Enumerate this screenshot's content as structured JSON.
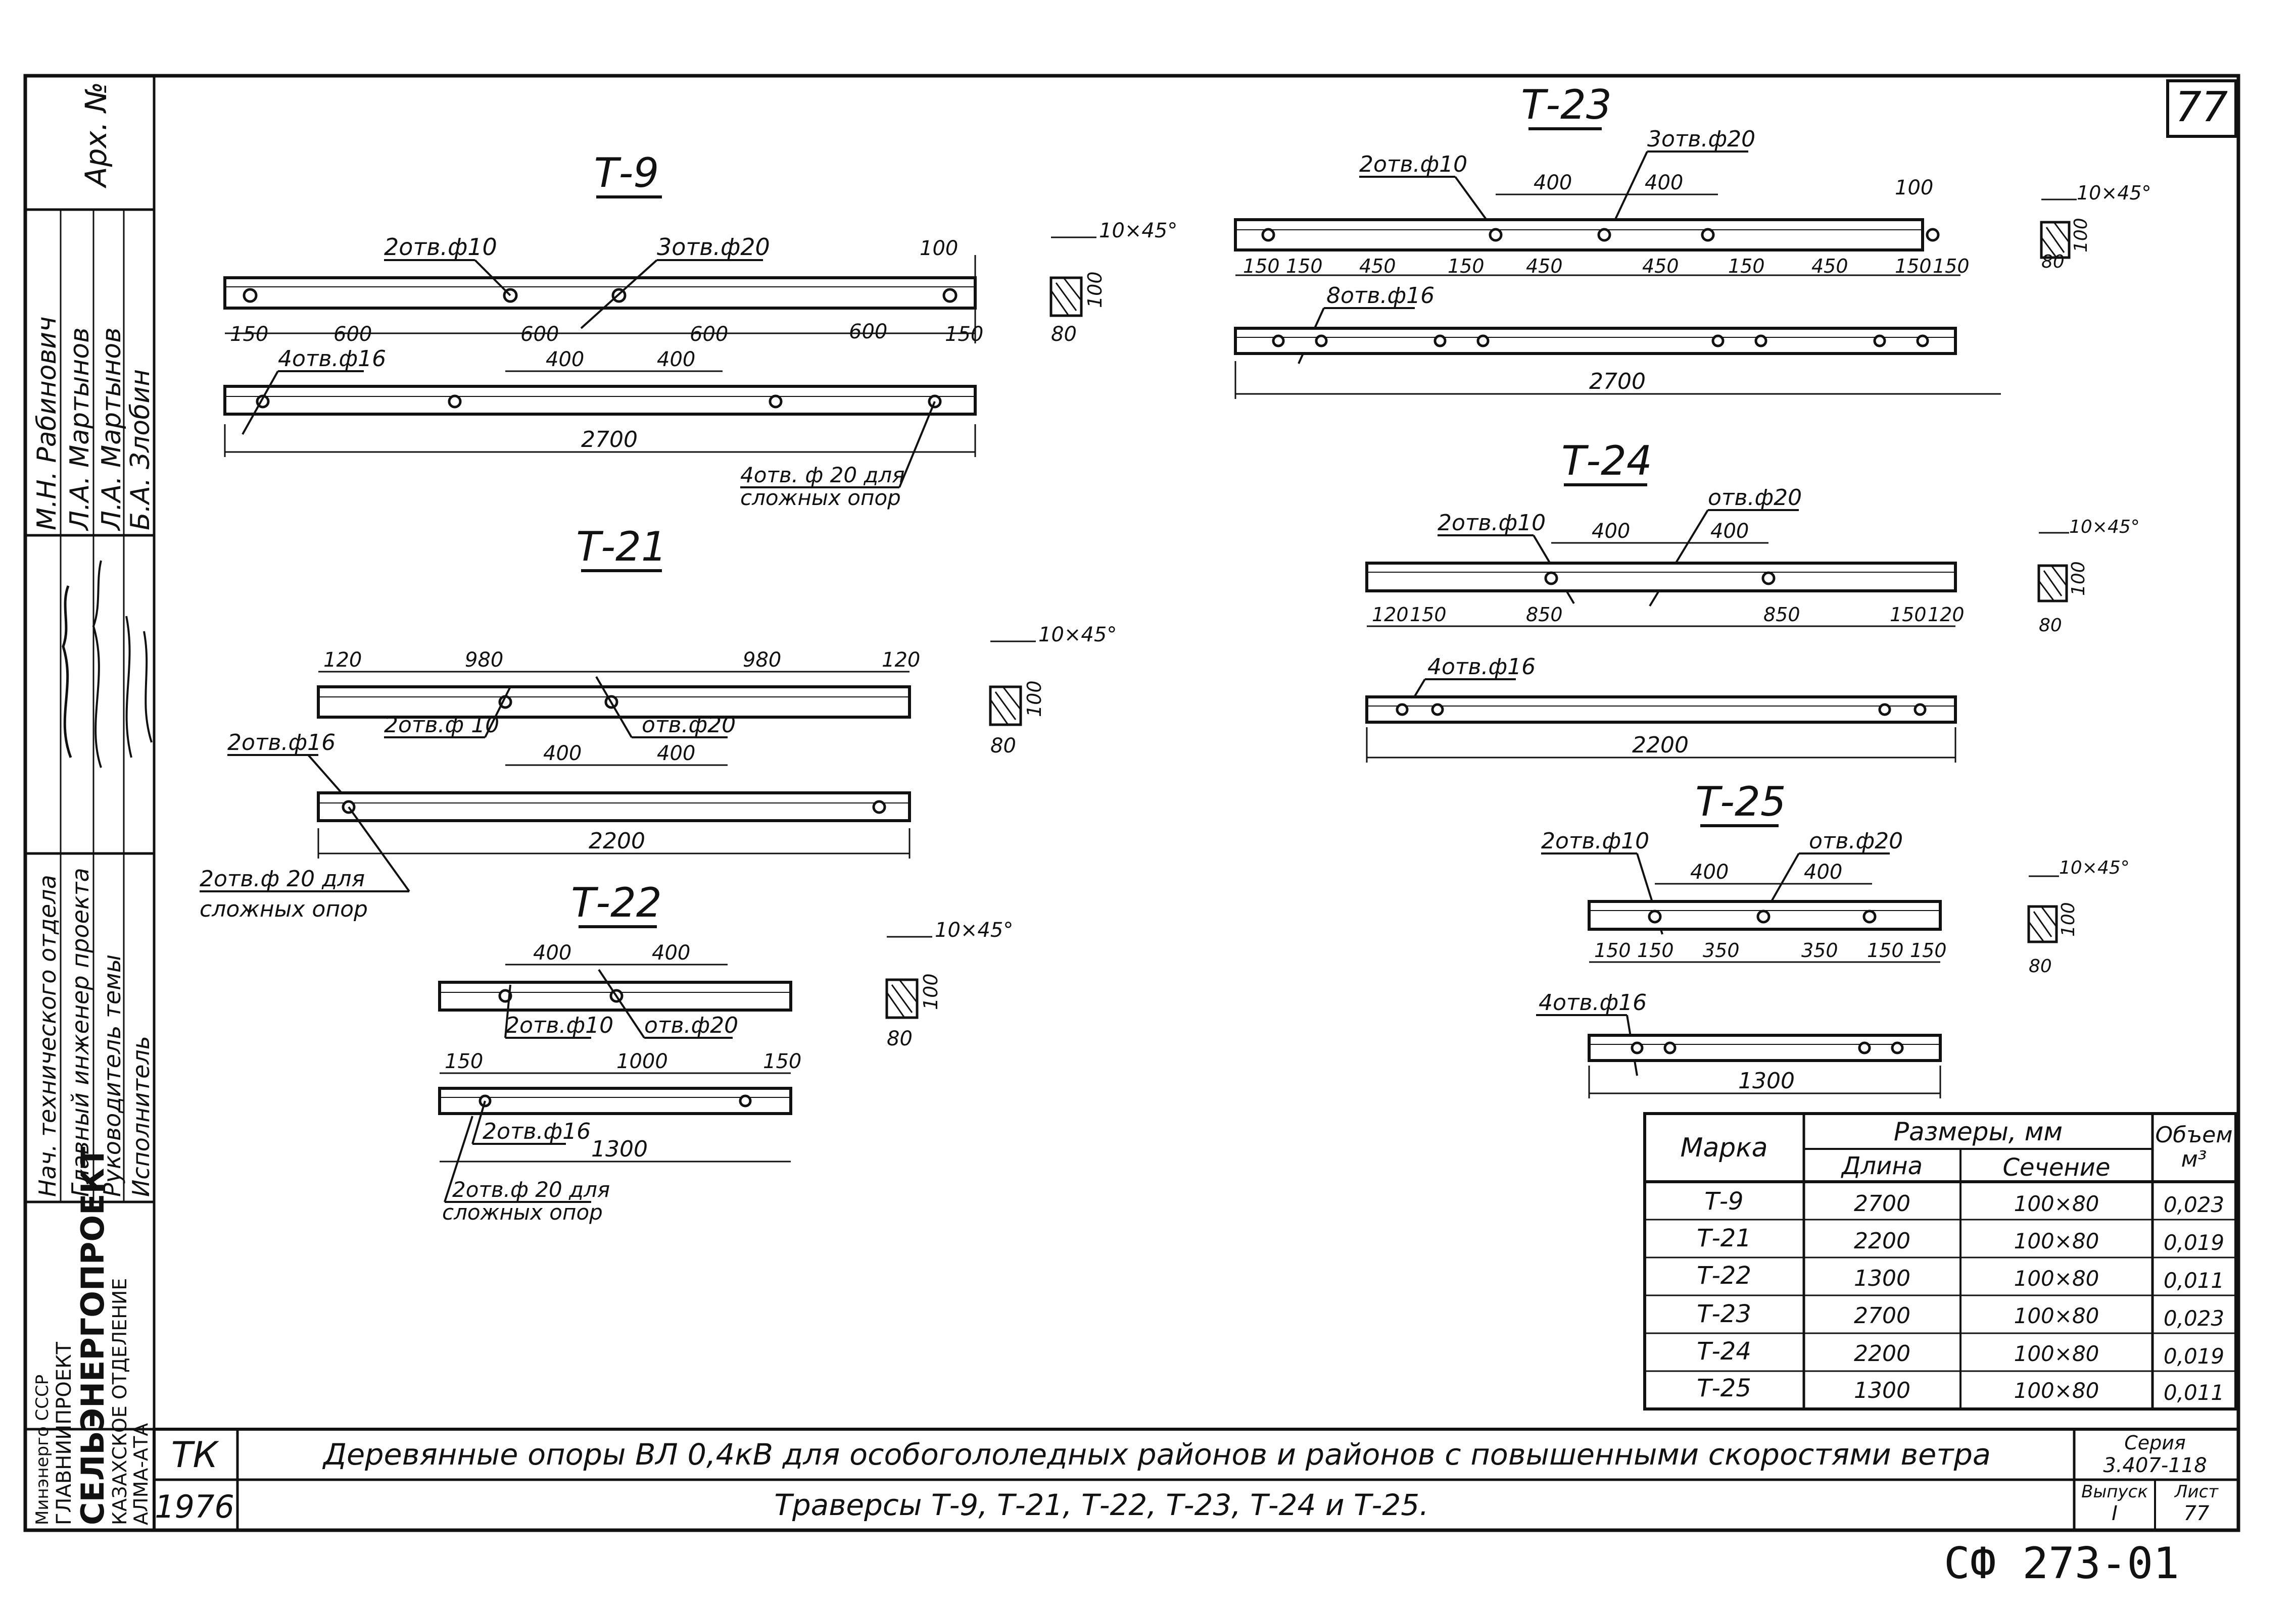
{
  "sheet_number": "77",
  "stamp": "СФ 273-01",
  "title_block": {
    "code": "ТК",
    "year": "1976",
    "title_line1": "Деревянные опоры ВЛ 0,4кВ для особогололедных районов и районов с повышенными скоростями ветра",
    "title_line2": "Траверсы Т-9, Т-21, Т-22, Т-23, Т-24 и Т-25.",
    "series_label": "Серия",
    "series_value": "3.407-118",
    "issue_label": "Выпуск",
    "issue_value": "I",
    "sheet_label": "Лист",
    "sheet_value": "77"
  },
  "side_block": {
    "arch_no": "Арх. №",
    "names": [
      "М.Н. Рабинович",
      "Л.А. Мартынов",
      "Л.А. Мартынов",
      "Б.А. Злобин"
    ],
    "roles": [
      "Нач. технического отдела",
      "Главный инженер проекта",
      "Руководитель темы",
      "Исполнитель"
    ],
    "org": [
      "Минэнерго СССР",
      "ГЛАВНИИПРОЕКТ",
      "СЕЛЬЭНЕРГОПРОЕКТ",
      "КАЗАХСКОЕ ОТДЕЛЕНИЕ",
      "АЛМА-АТА"
    ]
  },
  "drawings": {
    "t9": {
      "title": "Т-9",
      "label_a": "2отв.ф10",
      "label_b": "3отв.ф20",
      "label_c": "4отв.ф16",
      "label_d1": "4отв. ф 20 для",
      "label_d2": "сложных опор",
      "top_dims": [
        "150",
        "600",
        "600",
        "600",
        "600",
        "150"
      ],
      "right_dim": "100",
      "bot_dims": [
        "400",
        "400"
      ],
      "total": "2700"
    },
    "t21": {
      "title": "Т-21",
      "top_dims": [
        "120",
        "980",
        "980",
        "120"
      ],
      "label_a": "2отв.ф 10",
      "label_b": "отв.ф20",
      "label_c": "2отв.ф16",
      "bot_dims": [
        "400",
        "400"
      ],
      "total": "2200",
      "label_d1": "2отв.ф 20 для",
      "label_d2": "сложных опор"
    },
    "t22": {
      "title": "Т-22",
      "top_dims": [
        "400",
        "400"
      ],
      "label_a": "2отв.ф10",
      "label_b": "отв.ф20",
      "bot_dims": [
        "150",
        "1000",
        "150"
      ],
      "label_c": "2отв.ф16",
      "total": "1300",
      "label_d1": "2отв.ф 20 для",
      "label_d2": "сложных опор"
    },
    "t23": {
      "title": "Т-23",
      "label_a": "2отв.ф10",
      "label_b": "3отв.ф20",
      "upper_dims": [
        "400",
        "400"
      ],
      "right_dim": "100",
      "top_dims": [
        "150",
        "150",
        "450",
        "150",
        "450",
        "450",
        "150",
        "450",
        "150",
        "150"
      ],
      "label_c": "8отв.ф16",
      "total": "2700"
    },
    "t24": {
      "title": "Т-24",
      "label_a": "2отв.ф10",
      "label_b": "отв.ф20",
      "upper_dims": [
        "400",
        "400"
      ],
      "top_dims": [
        "120",
        "150",
        "850",
        "850",
        "150",
        "120"
      ],
      "label_c": "4отв.ф16",
      "total": "2200"
    },
    "t25": {
      "title": "Т-25",
      "label_a": "2отв.ф10",
      "label_b": "отв.ф20",
      "upper_dims": [
        "400",
        "400"
      ],
      "top_dims": [
        "150",
        "150",
        "350",
        "350",
        "150",
        "150"
      ],
      "label_c": "4отв.ф16",
      "total": "1300"
    }
  },
  "section": {
    "chamfer": "10×45°",
    "height": "100",
    "width": "80"
  },
  "table": {
    "header_mark": "Марка",
    "header_sizes": "Размеры, мм",
    "header_length": "Длина",
    "header_section": "Сечение",
    "header_volume1": "Объем",
    "header_volume2": "м³",
    "rows": [
      {
        "mark": "Т-9",
        "length": "2700",
        "section": "100×80",
        "volume": "0,023"
      },
      {
        "mark": "Т-21",
        "length": "2200",
        "section": "100×80",
        "volume": "0,019"
      },
      {
        "mark": "Т-22",
        "length": "1300",
        "section": "100×80",
        "volume": "0,011"
      },
      {
        "mark": "Т-23",
        "length": "2700",
        "section": "100×80",
        "volume": "0,023"
      },
      {
        "mark": "Т-24",
        "length": "2200",
        "section": "100×80",
        "volume": "0,019"
      },
      {
        "mark": "Т-25",
        "length": "1300",
        "section": "100×80",
        "volume": "0,011"
      }
    ]
  }
}
